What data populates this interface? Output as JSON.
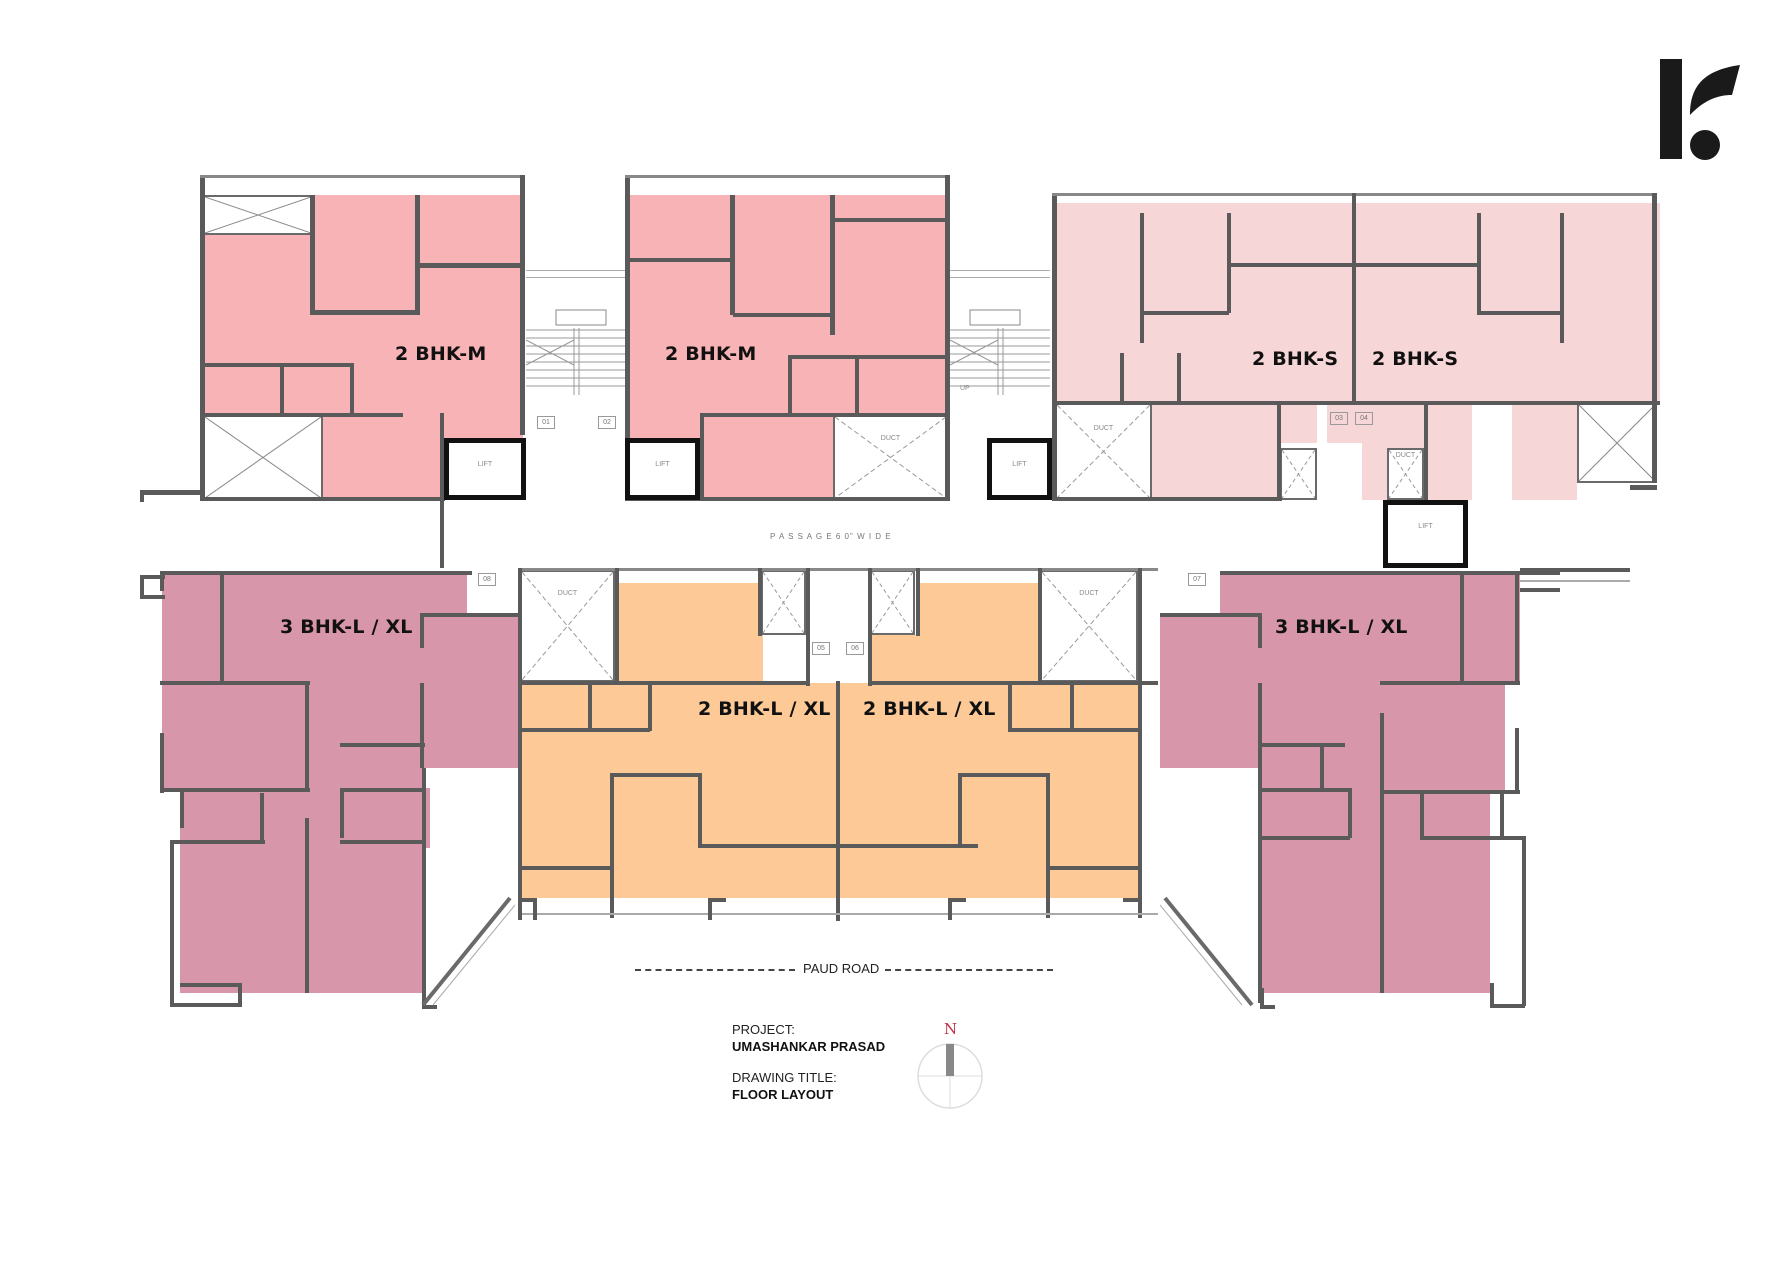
{
  "logo": {
    "name": "brand-logo-mark",
    "color": "#1a1a1a"
  },
  "colors": {
    "bhk2_m": "#f7b3b5",
    "bhk2_s": "#f7d6d8",
    "bhk3_lxl": "#d896aa",
    "bhk2_lxl": "#fcc997",
    "wall": "#5a5a5a",
    "north_marker": "#c0304a"
  },
  "units": [
    {
      "id": "u1",
      "label": "2 BHK-M",
      "type": "2bhk-m"
    },
    {
      "id": "u2",
      "label": "2 BHK-M",
      "type": "2bhk-m"
    },
    {
      "id": "u3",
      "label": "2 BHK-S",
      "type": "2bhk-s"
    },
    {
      "id": "u4",
      "label": "2 BHK-S",
      "type": "2bhk-s"
    },
    {
      "id": "u5",
      "label": "3 BHK-L / XL",
      "type": "3bhk-lxl"
    },
    {
      "id": "u6",
      "label": "2 BHK-L / XL",
      "type": "2bhk-lxl"
    },
    {
      "id": "u7",
      "label": "2 BHK-L / XL",
      "type": "2bhk-lxl"
    },
    {
      "id": "u8",
      "label": "3 BHK-L / XL",
      "type": "3bhk-lxl"
    }
  ],
  "unit_tags": [
    "01",
    "02",
    "03",
    "04",
    "05",
    "06",
    "07",
    "08"
  ],
  "common": {
    "lift_label": "LIFT",
    "duct_label": "DUCT",
    "passage_label": "P A S S A G E  6 0\"  W I D E",
    "stair_up": "UP"
  },
  "road": {
    "label": "PAUD ROAD"
  },
  "title_block": {
    "project_caption": "PROJECT:",
    "project_name": "UMASHANKAR PRASAD",
    "drawing_caption": "DRAWING TITLE:",
    "drawing_name": "FLOOR LAYOUT"
  },
  "north_arrow": {
    "label": "N"
  }
}
